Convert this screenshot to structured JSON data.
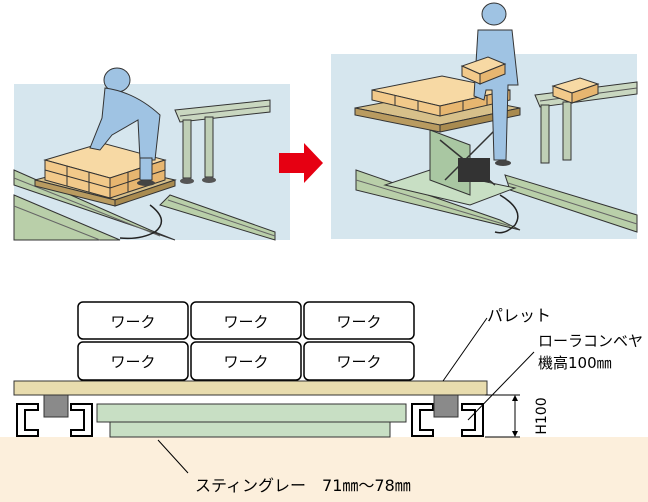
{
  "work_label": "ワーク",
  "labels": {
    "pallet": "パレット",
    "roller_conveyor_line1": "ローラコンベヤ",
    "roller_conveyor_line2": "機高100㎜",
    "height": "H100",
    "stingray": "スティングレー　71㎜〜78㎜"
  },
  "colors": {
    "panel_bg": "#d6e6ee",
    "arrow": "#e60012",
    "pallet": "#e8dcae",
    "lift_table": "#c8dfc4",
    "floor": "#fcefdc",
    "roller": "#8a8a8a",
    "box": "#f2c98a"
  }
}
